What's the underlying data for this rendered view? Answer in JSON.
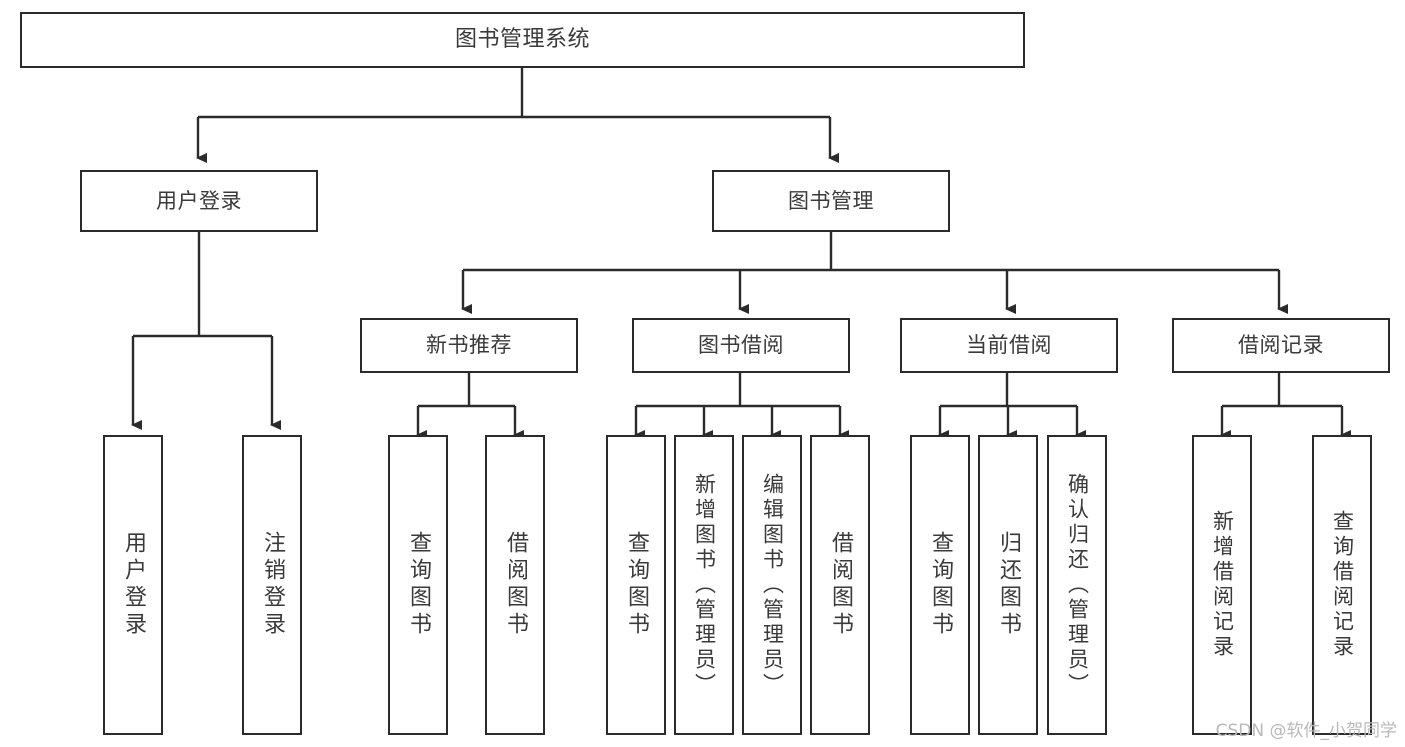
{
  "diagram": {
    "title": "图书管理系统",
    "type": "tree",
    "watermark": "CSDN @软件_小贺同学",
    "colors": {
      "border": "#2b2b2b",
      "text": "#3a3a3a",
      "edge": "#2b2b2b",
      "background": "#ffffff",
      "watermark": "#b9b9b9"
    },
    "nodes": {
      "root": {
        "label": "图书管理系统"
      },
      "level1": [
        {
          "label": "用户登录"
        },
        {
          "label": "图书管理"
        }
      ],
      "level2": [
        {
          "label": "新书推荐"
        },
        {
          "label": "图书借阅"
        },
        {
          "label": "当前借阅"
        },
        {
          "label": "借阅记录"
        }
      ],
      "leaves": {
        "user_login": [
          {
            "label": "用户登录"
          },
          {
            "label": "注销登录"
          }
        ],
        "new_book": [
          {
            "label": "查询图书"
          },
          {
            "label": "借阅图书"
          }
        ],
        "book_borrow": [
          {
            "label": "查询图书"
          },
          {
            "label": "新增图书（管理员）"
          },
          {
            "label": "编辑图书（管理员）"
          },
          {
            "label": "借阅图书"
          }
        ],
        "current_borrow": [
          {
            "label": "查询图书"
          },
          {
            "label": "归还图书"
          },
          {
            "label": "确认归还（管理员）"
          }
        ],
        "borrow_record": [
          {
            "label": "新增借阅记录"
          },
          {
            "label": "查询借阅记录"
          }
        ]
      }
    }
  }
}
